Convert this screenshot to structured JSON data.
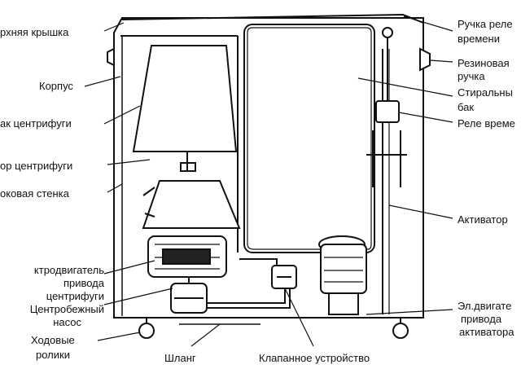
{
  "labels": {
    "top_lid": "рхняя крышка",
    "body": "Корпус",
    "spin_tank": "ак центрифуги",
    "spin_rotor": "ор центрифуги",
    "side_wall": "оковая стенка",
    "spin_motor_1": "ктродвигатель",
    "spin_motor_2": "привода",
    "spin_motor_3": "центрифуги",
    "pump_1": "Центробежный",
    "pump_2": "насос",
    "rollers_1": "Ходовые",
    "rollers_2": "ролики",
    "hose": "Шланг",
    "valve": "Клапанное устройство",
    "timer_knob_1": "Ручка реле",
    "timer_knob_2": "времени",
    "rubber_handle_1": "Резиновая",
    "rubber_handle_2": "ручка",
    "wash_tank_1": "Стиральны",
    "wash_tank_2": "бак",
    "timer": "Реле време",
    "activator": "Активатор",
    "act_motor_1": "Эл.двигате",
    "act_motor_2": "привода",
    "act_motor_3": "активатора"
  }
}
